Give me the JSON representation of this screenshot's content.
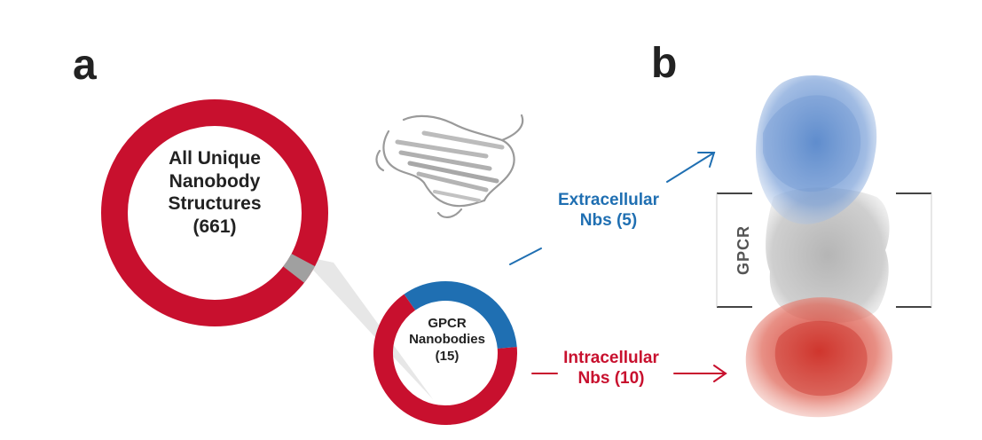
{
  "panels": {
    "a": "a",
    "b": "b"
  },
  "all_structures": {
    "lines": [
      "All Unique",
      "Nanobody",
      "Structures",
      "(661)"
    ],
    "color": "#c8102e",
    "highlight_color": "#a0a0a0"
  },
  "gpcr_nanobodies": {
    "lines": [
      "GPCR",
      "Nanobodies",
      "(15)"
    ],
    "extracellular_count": 5,
    "intracellular_count": 10
  },
  "extracellular": {
    "lines": [
      "Extracellular",
      "Nbs (5)"
    ],
    "color": "#1f6fb2"
  },
  "intracellular": {
    "lines": [
      "Intracellular",
      "Nbs (10)"
    ],
    "color": "#c8102e"
  },
  "receptor": {
    "label": "GPCR"
  },
  "icons": [
    "nanobody-structure-icon",
    "gpcr-complex-illustration"
  ]
}
